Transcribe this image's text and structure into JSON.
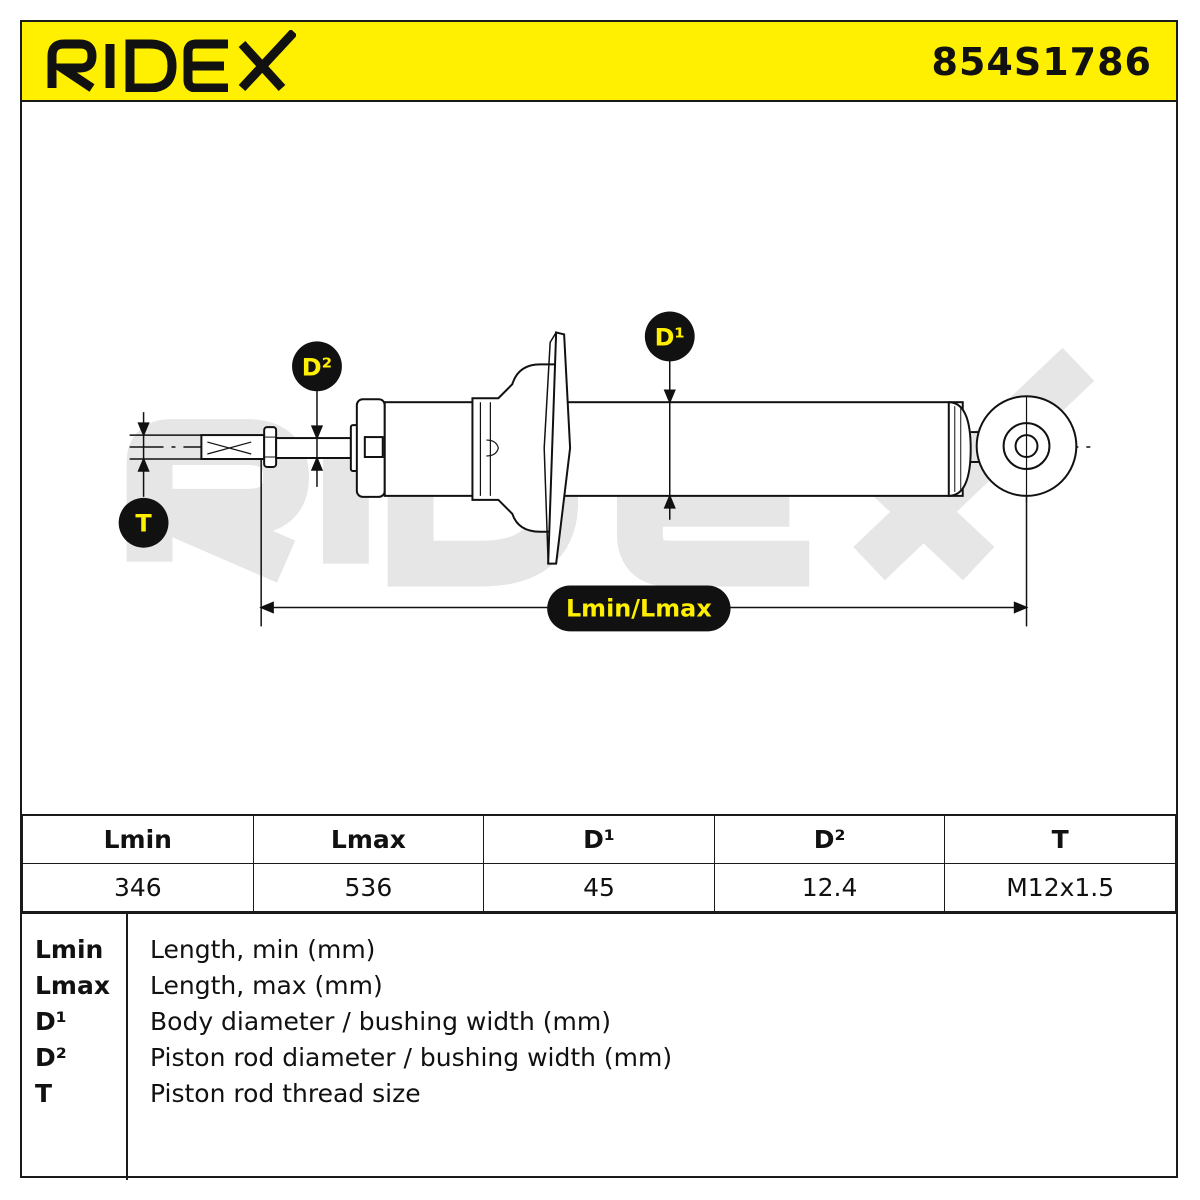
{
  "brand": {
    "name": "RIDEX",
    "part_number": "854S1786"
  },
  "diagram": {
    "watermark": "RIDEX",
    "labels": {
      "d1": "D¹",
      "d2": "D²",
      "t": "T",
      "length": "Lmin/Lmax"
    }
  },
  "spec_table": {
    "headers": [
      "Lmin",
      "Lmax",
      "D¹",
      "D²",
      "T"
    ],
    "values": [
      "346",
      "536",
      "45",
      "12.4",
      "M12x1.5"
    ]
  },
  "legend": [
    {
      "key": "Lmin",
      "desc": "Length, min (mm)"
    },
    {
      "key": "Lmax",
      "desc": "Length, max (mm)"
    },
    {
      "key": "D¹",
      "desc": "Body diameter / bushing width (mm)"
    },
    {
      "key": "D²",
      "desc": "Piston rod diameter / bushing width (mm)"
    },
    {
      "key": "T",
      "desc": "Piston rod thread size"
    }
  ],
  "colors": {
    "accent": "#ffef00",
    "ink": "#111111",
    "watermark": "#e6e6e6"
  }
}
